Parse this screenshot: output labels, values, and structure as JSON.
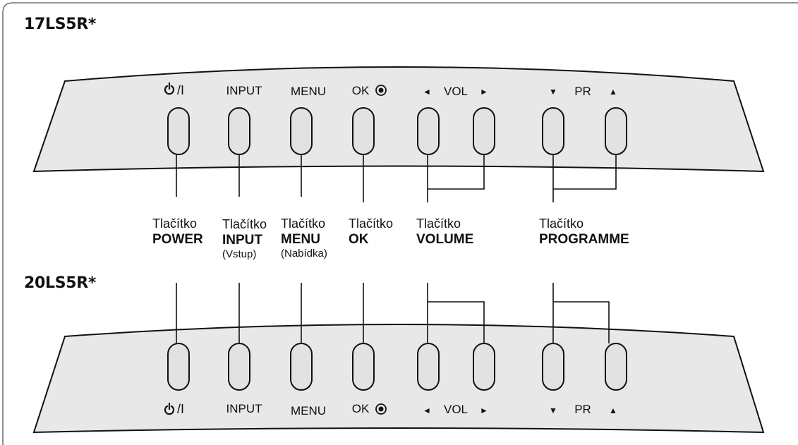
{
  "models": {
    "top": "17LS5R*",
    "bottom": "20LS5R*"
  },
  "panel_top_labels": {
    "power": "/I",
    "input": "INPUT",
    "menu": "MENU",
    "ok": "OK",
    "vol_left_arrow": "◄",
    "vol": "VOL",
    "vol_right_arrow": "►",
    "pr_down_arrow": "▼",
    "pr": "PR",
    "pr_up_arrow": "▲"
  },
  "panel_bottom_labels": {
    "power": "/I",
    "input": "INPUT",
    "menu": "MENU",
    "ok": "OK",
    "vol_left_arrow": "◄",
    "vol": "VOL",
    "vol_right_arrow": "►",
    "pr_down_arrow": "▼",
    "pr": "PR",
    "pr_up_arrow": "▲"
  },
  "descriptions": {
    "power": {
      "prefix": "Tlačítko",
      "name": "POWER"
    },
    "input": {
      "prefix": "Tlačítko",
      "name": "INPUT",
      "sub": "(Vstup)"
    },
    "menu": {
      "prefix": "Tlačítko",
      "name": "MENU",
      "sub": "(Nabídka)"
    },
    "ok": {
      "prefix": "Tlačítko",
      "name": "OK"
    },
    "volume": {
      "prefix": "Tlačítko",
      "name": "VOLUME"
    },
    "programme": {
      "prefix": "Tlačítko",
      "name": "PROGRAMME"
    }
  },
  "icons": {
    "power": "power-icon",
    "ok": "ok-dot-icon"
  },
  "colors": {
    "panel_fill": "#e8e8e8",
    "line": "#111111",
    "button_fill": "#e2e2e2"
  }
}
